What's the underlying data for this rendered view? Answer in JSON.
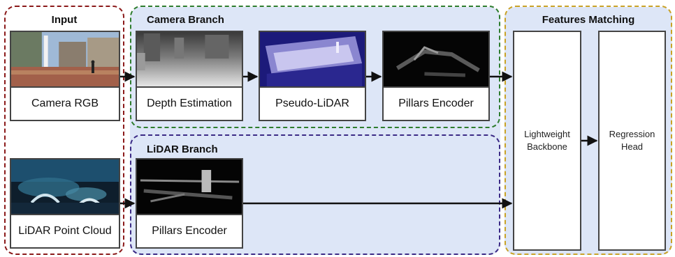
{
  "input": {
    "title": "Input",
    "camera_label": "Camera RGB",
    "lidar_label": "LiDAR Point Cloud"
  },
  "camera_branch": {
    "title": "Camera Branch",
    "depth_label": "Depth Estimation",
    "pseudo_label": "Pseudo-LiDAR",
    "pillars_label": "Pillars Encoder"
  },
  "lidar_branch": {
    "title": "LiDAR Branch",
    "pillars_label": "Pillars Encoder"
  },
  "features_matching": {
    "title": "Features Matching",
    "backbone_label": "Lightweight\nBackbone",
    "regression_label": "Regression\nHead"
  },
  "colors": {
    "input_border": "#8b1a1a",
    "camera_border": "#2e7d2e",
    "lidar_border": "#3b2a86",
    "features_border": "#c9a227",
    "panel_fill": "#dde6f7"
  }
}
